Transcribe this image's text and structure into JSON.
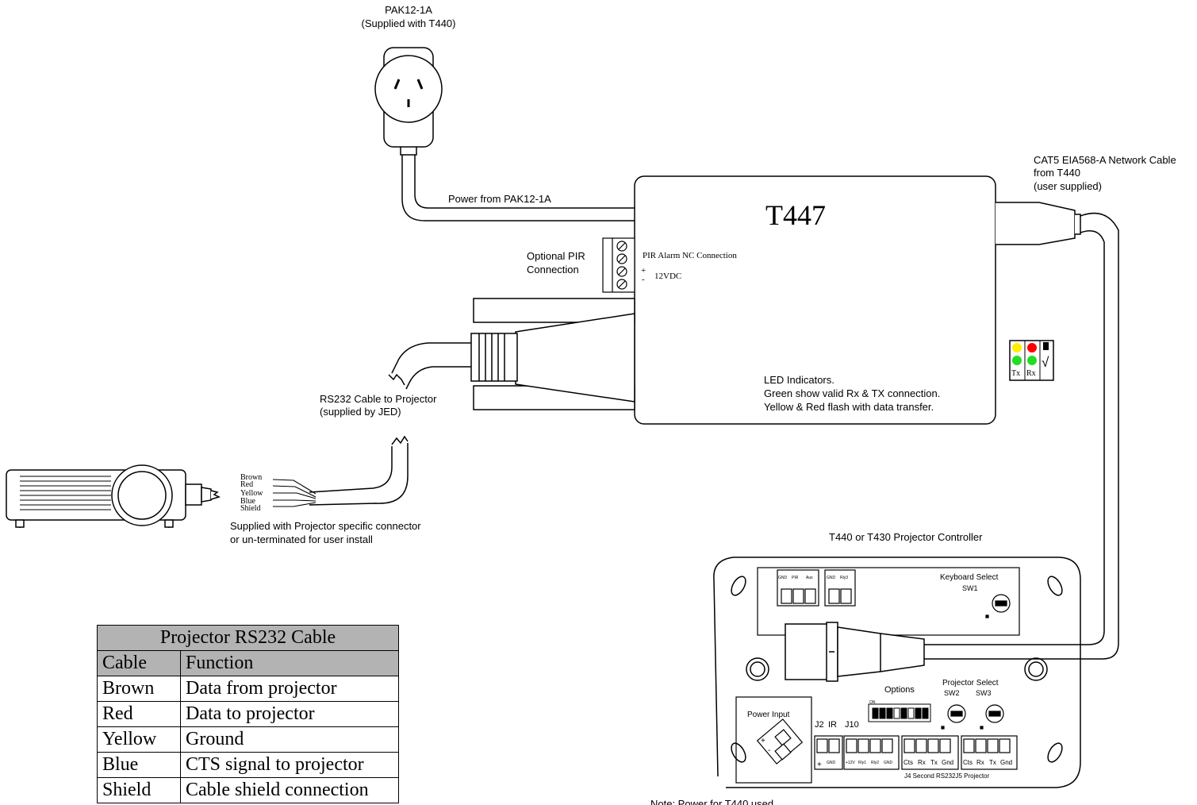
{
  "power_supply": {
    "name": "PAK12-1A",
    "note": "(Supplied with T440)",
    "cable_label": "Power from PAK12-1A"
  },
  "module": {
    "name": "T447",
    "pir_label": "PIR Alarm NC Connection",
    "plus_sign": "+",
    "minus_sign": "-",
    "voltage": "12VDC",
    "led_note_line1": "LED Indicators.",
    "led_note_line2": "Green show valid Rx & TX connection.",
    "led_note_line3": "Yellow & Red flash with data transfer."
  },
  "led_panel": {
    "tx": "Tx",
    "rx": "Rx",
    "tick": "√"
  },
  "pir": {
    "line1": "Optional PIR",
    "line2": "Connection"
  },
  "network_cable": {
    "line1": "CAT5 EIA568-A Network Cable",
    "line2": "from T440",
    "line3": "(user supplied)"
  },
  "rs232_cable": {
    "line1": "RS232 Cable to Projector",
    "line2": "(supplied by JED)"
  },
  "wires": [
    "Brown",
    "Red",
    "Yellow",
    "Blue",
    "Shield"
  ],
  "projector_note": {
    "line1": "Supplied with Projector specific connector",
    "line2": "or un-terminated for user install"
  },
  "controller": {
    "title": "T440 or T430 Projector Controller",
    "keyboard_select": "Keyboard Select",
    "sw1": "SW1",
    "options": "Options",
    "on": "ON",
    "projector_select": "Projector Select",
    "sw2": "SW2",
    "sw3": "SW3",
    "power_input": "Power Input",
    "j2": "J2",
    "ir": "IR",
    "j10": "J10",
    "top_pins_1": [
      "GND",
      "PIR",
      "Aux"
    ],
    "top_pins_2": [
      "GND",
      "Rly3"
    ],
    "gnd_small": "GND",
    "j10_pins": [
      "+12V",
      "Rly1",
      "Rly2",
      "GND"
    ],
    "j4_pins": [
      "Cts",
      "Rx",
      "Tx",
      "Gnd"
    ],
    "j5_pins": [
      "Cts",
      "Rx",
      "Tx",
      "Gnd"
    ],
    "bottom_label": "J4 Second RS232J5 Projector",
    "footnote": "Note: Power for T440 used"
  },
  "table": {
    "title": "Projector RS232 Cable",
    "headers": [
      "Cable",
      "Function"
    ],
    "rows": [
      [
        "Brown",
        "Data from projector"
      ],
      [
        "Red",
        "Data to projector"
      ],
      [
        "Yellow",
        "Ground"
      ],
      [
        "Blue",
        "CTS signal to projector"
      ],
      [
        "Shield",
        "Cable shield connection"
      ]
    ]
  },
  "colors": {
    "led_yellow": "#ffee00",
    "led_red": "#ff0000",
    "led_green": "#22dd22",
    "table_header": "#b3b3b3"
  }
}
